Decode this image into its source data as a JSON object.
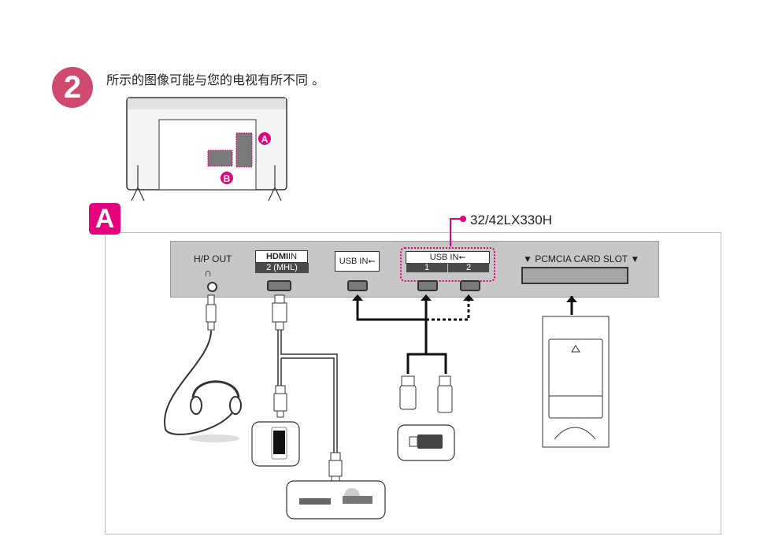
{
  "step": {
    "number": "2",
    "caption": "所示的图像可能与您的电视有所不同 。"
  },
  "tv_overview": {
    "callouts": [
      "A",
      "B"
    ]
  },
  "section": {
    "badge": "A",
    "model": "32/42LX330H"
  },
  "panel": {
    "hp_out": "H/P OUT",
    "hdmi_logo": "HDMI",
    "hdmi_in": "IN",
    "hdmi_sub": "2 (MHL)",
    "usb_in_single": "USB IN",
    "usb_in_dual": "USB IN",
    "usb_port_1": "1",
    "usb_port_2": "2",
    "pcmcia": "▼ PCMCIA CARD SLOT ▼"
  },
  "devices": {
    "headphones": "headphones",
    "smartphone": "smartphone",
    "media_players": "dvd-player / blu-ray player",
    "usb_devices": "usb flash drive / usb hdd",
    "ci_module": "CI card"
  },
  "colors": {
    "step_badge": "#d0496f",
    "section_badge": "#e5007e",
    "panel": "#c6c6c6"
  }
}
